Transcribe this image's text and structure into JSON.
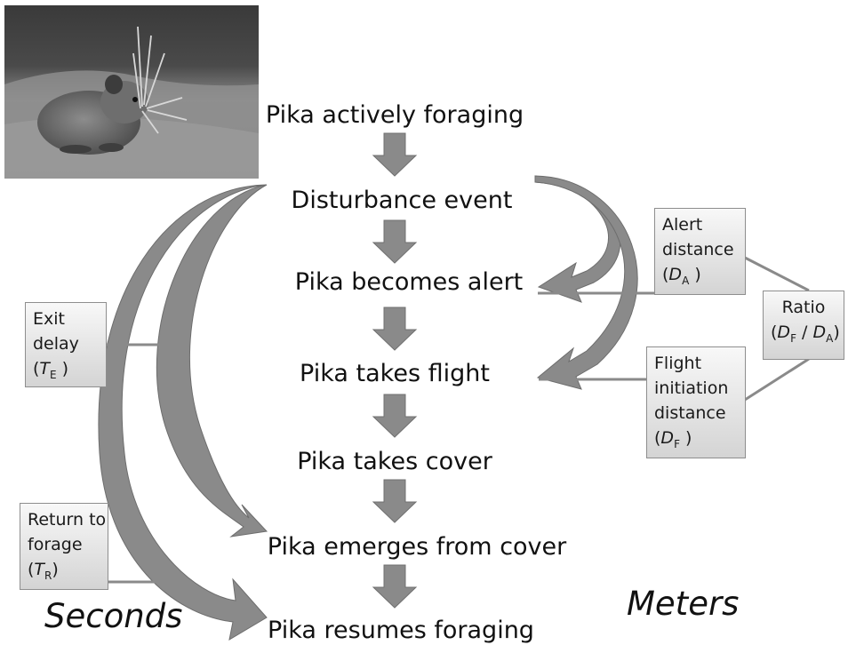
{
  "steps": [
    "Pika actively foraging",
    "Disturbance event",
    "Pika becomes alert",
    "Pika takes flight",
    "Pika takes cover",
    "Pika emerges from cover",
    "Pika resumes foraging"
  ],
  "boxes": {
    "exit_delay": {
      "line1": "Exit",
      "line2": "delay",
      "var": "T",
      "sub": "E"
    },
    "return_to_forage": {
      "line1": "Return to",
      "line2": "forage",
      "var": "T",
      "sub": "R"
    },
    "alert_distance": {
      "line1": "Alert",
      "line2": "distance",
      "var": "D",
      "sub": "A"
    },
    "flight_initiation_distance": {
      "line1": "Flight",
      "line2": "initiation",
      "line3": "distance",
      "var": "D",
      "sub": "F"
    },
    "ratio": {
      "line1": "Ratio",
      "num_var": "D",
      "num_sub": "F",
      "sep": " / ",
      "den_var": "D",
      "den_sub": "A"
    }
  },
  "labels": {
    "left_unit": "Seconds",
    "right_unit": "Meters"
  },
  "photo": {
    "subject": "pika-with-grass-photo"
  }
}
